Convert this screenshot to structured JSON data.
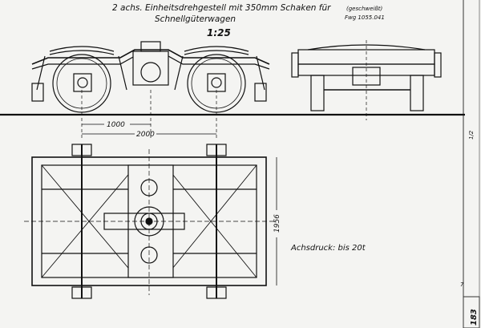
{
  "header": {
    "title_line1": "2 achs. Einheitsdrehgestell mit 350mm Schaken für",
    "title_line2": "Schnellgüterwagen",
    "welded_note": "(geschweißt)",
    "drawing_no": "Fwg 1055.041",
    "scale": "1:25"
  },
  "dimensions": {
    "half_wheelbase": "1000",
    "wheelbase": "2000",
    "track_width": "1956"
  },
  "notes": {
    "axle_load": "Achsdruck: bis 20t"
  },
  "margin": {
    "corner_number": "183",
    "side_mark": "1/2",
    "small_mark": "7"
  }
}
